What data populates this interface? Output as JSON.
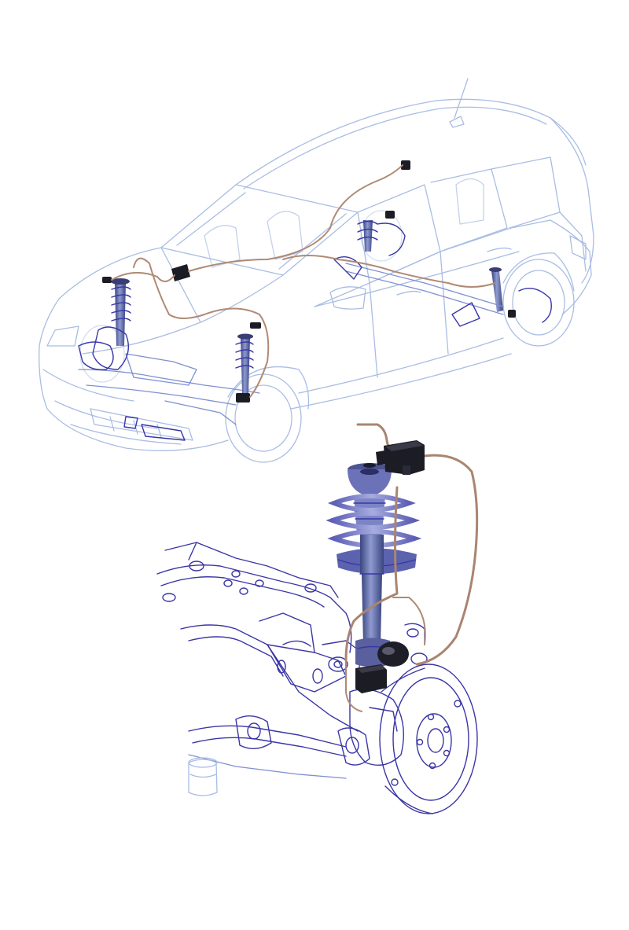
{
  "colors": {
    "background": "#ffffff",
    "outline_light": "#a9bde3",
    "outline_mid": "#7d8fd2",
    "outline_dark": "#3a36a6",
    "wiring": "#b08a74",
    "strut_body": "#55639c",
    "module": "#1c1c24"
  },
  "components": [
    "hatchback-car-body",
    "front-left-strut",
    "front-right-strut",
    "rear-left-shock",
    "rear-right-shock",
    "front-subframe",
    "rear-axle",
    "electronic-control-module",
    "wiring-harness",
    "front-strut-detail",
    "brake-disc-detail",
    "subframe-detail"
  ]
}
